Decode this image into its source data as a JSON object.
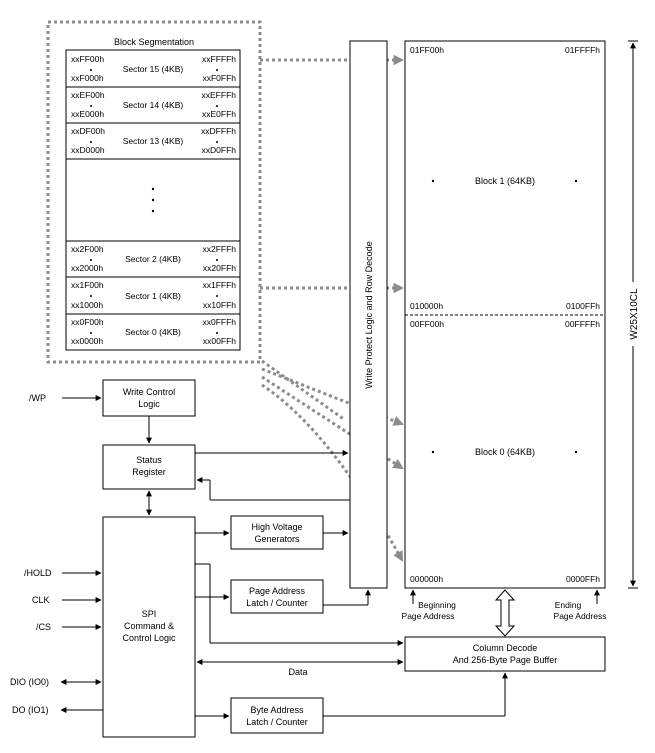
{
  "chip_name": "W25X10CL",
  "block_segmentation": {
    "title": "Block Segmentation",
    "sectors": [
      {
        "start": "xxFF00h",
        "start2": "xxF000h",
        "name": "Sector 15 (4KB)",
        "end": "xxFFFFh",
        "end2": "xxF0FFh"
      },
      {
        "start": "xxEF00h",
        "start2": "xxE000h",
        "name": "Sector 14 (4KB)",
        "end": "xxEFFFh",
        "end2": "xxE0FFh"
      },
      {
        "start": "xxDF00h",
        "start2": "xxD000h",
        "name": "Sector 13 (4KB)",
        "end": "xxDFFFh",
        "end2": "xxD0FFh"
      },
      {
        "start": "xx2F00h",
        "start2": "xx2000h",
        "name": "Sector 2 (4KB)",
        "end": "xx2FFFh",
        "end2": "xx20FFh"
      },
      {
        "start": "xx1F00h",
        "start2": "xx1000h",
        "name": "Sector 1 (4KB)",
        "end": "xx1FFFh",
        "end2": "xx10FFh"
      },
      {
        "start": "xx0F00h",
        "start2": "xx0000h",
        "name": "Sector 0 (4KB)",
        "end": "xx0FFFh",
        "end2": "xx00FFh"
      }
    ]
  },
  "memory": {
    "block1": {
      "label": "Block 1 (64KB)",
      "top_left": "01FF00h",
      "top_right": "01FFFFh",
      "bottom_left": "010000h",
      "bottom_right": "0100FFh"
    },
    "block0": {
      "label": "Block 0 (64KB)",
      "top_left": "00FF00h",
      "top_right": "00FFFFh",
      "bottom_left": "000000h",
      "bottom_right": "0000FFh"
    }
  },
  "row_decode": "Write Protect Logic and Row Decode",
  "blocks": {
    "write_control": [
      "Write Control",
      "Logic"
    ],
    "status_register": [
      "Status",
      "Register"
    ],
    "spi": [
      "SPI",
      "Command &",
      "Control Logic"
    ],
    "high_voltage": [
      "High Voltage",
      "Generators"
    ],
    "page_address": [
      "Page Address",
      "Latch / Counter"
    ],
    "byte_address": [
      "Byte Address",
      "Latch / Counter"
    ],
    "column_decode": [
      "Column Decode",
      "And 256-Byte Page Buffer"
    ]
  },
  "address_labels": {
    "beginning": [
      "Beginning",
      "Page Address"
    ],
    "ending": [
      "Ending",
      "Page Address"
    ]
  },
  "data_label": "Data",
  "pins": {
    "wp": "/WP",
    "hold": "/HOLD",
    "clk": "CLK",
    "cs": "/CS",
    "dio": "DIO (IO0)",
    "do": "DO (IO1)"
  }
}
